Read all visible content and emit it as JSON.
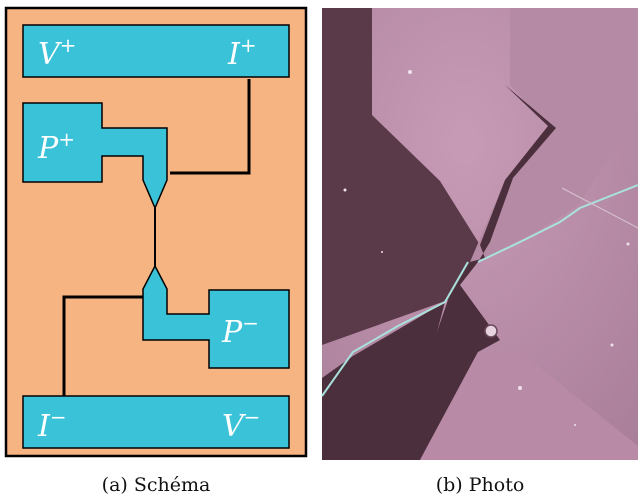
{
  "schematic": {
    "pads": {
      "v_plus": "V",
      "v_plus_sign": "+",
      "i_plus": "I",
      "i_plus_sign": "+",
      "p_plus": "P",
      "p_plus_sign": "+",
      "p_minus": "P",
      "p_minus_sign": "−",
      "i_minus": "I",
      "i_minus_sign": "−",
      "v_minus": "V",
      "v_minus_sign": "−"
    },
    "colors": {
      "substrate": "#f6b482",
      "film": "#3ac2d8",
      "wire": "#000000",
      "border": "#000000"
    }
  },
  "photo": {
    "colors": {
      "background": "#b88aa6",
      "film": "#4c2f3c",
      "edge": "#a9e1dc"
    }
  },
  "captions": {
    "a": "(a) Schéma",
    "b": "(b) Photo"
  }
}
